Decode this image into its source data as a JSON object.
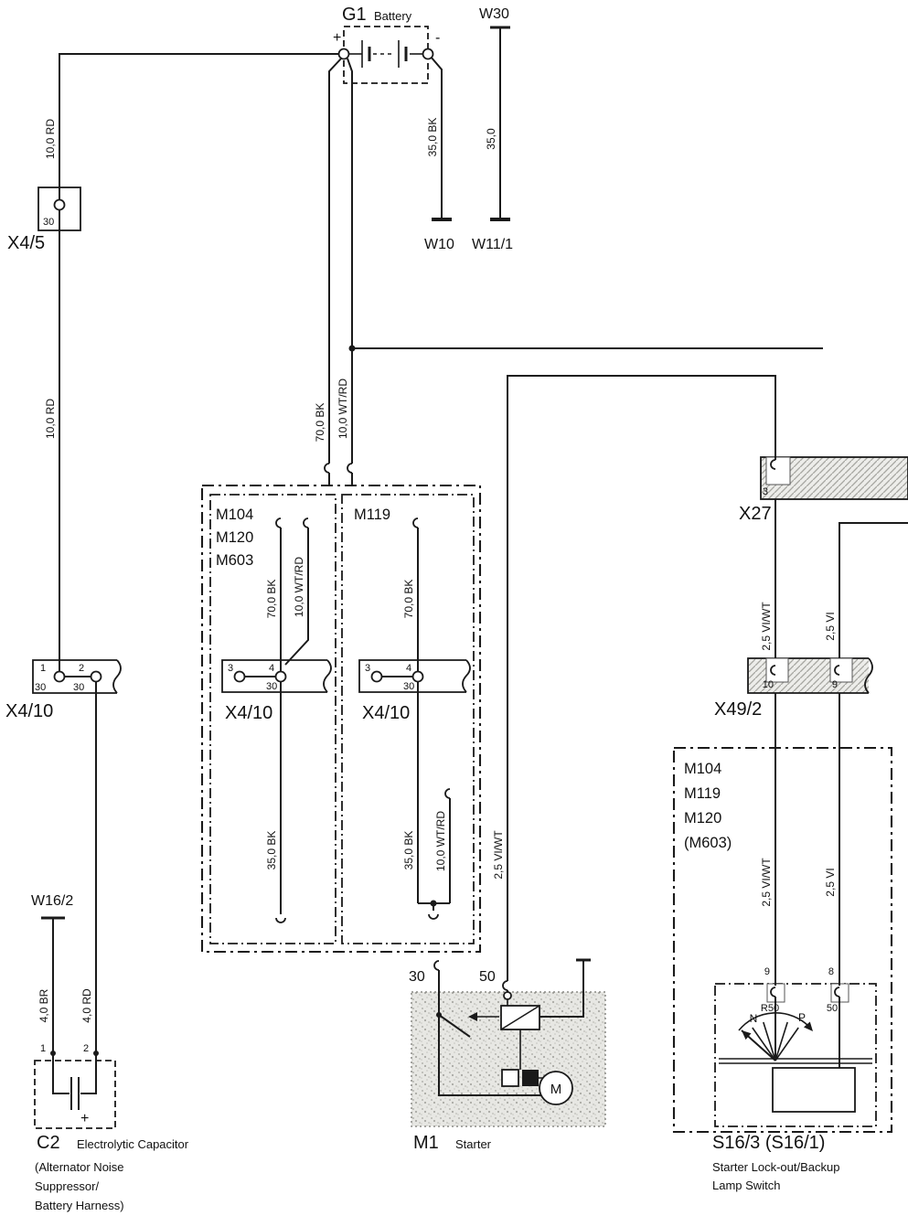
{
  "colors": {
    "ink": "#1a1a1a",
    "paper": "#ffffff"
  },
  "battery": {
    "id": "G1",
    "name": "Battery",
    "plus": "+",
    "minus": "-"
  },
  "grounds": {
    "w30": "W30",
    "w10": "W10",
    "w11_1": "W11/1",
    "w16_2": "W16/2"
  },
  "x4_5": {
    "label": "X4/5",
    "t30": "30"
  },
  "x4_10_main": {
    "label": "X4/10",
    "t1": "1",
    "t2": "2",
    "c30_1": "30",
    "c30_2": "30"
  },
  "wires": {
    "battery_feed_upper": "10,0 RD",
    "battery_feed_lower": "10,0 RD",
    "battery_ground": "35,0 BK",
    "ground_strap": "35,0",
    "main_black": "70,0 BK",
    "main_white_red": "10,0 WT/RD",
    "m104_black": "70,0 BK",
    "m104_white_red": "10,0 WT/RD",
    "m104_black_lower": "35,0 BK",
    "m119_black": "70,0 BK",
    "m119_black_lower": "35,0 BK",
    "m119_white_red": "10,0 WT/RD",
    "starter_signal": "2,5 VI/WT",
    "lockout_feed": "2,5 VI/WT",
    "lockout_return": "2,5 VI",
    "switch_feed": "2,5 VI/WT",
    "switch_return": "2,5 VI",
    "cap_ground": "4,0 BR",
    "cap_feed": "4,0 RD"
  },
  "engine": {
    "left_models": [
      "M104",
      "M120",
      "M603"
    ],
    "right_model": "M119",
    "x4_10_left": {
      "label": "X4/10",
      "t3": "3",
      "t4": "4",
      "t30": "30"
    },
    "x4_10_right": {
      "label": "X4/10",
      "t3": "3",
      "t4": "4",
      "t30": "30"
    }
  },
  "x27": {
    "label": "X27",
    "t3": "3"
  },
  "x49_2": {
    "label": "X49/2",
    "t10": "10",
    "t9": "9"
  },
  "trans_box": {
    "models": [
      "M104",
      "M119",
      "M120",
      "(M603)"
    ]
  },
  "switch": {
    "id": "S16/3 (S16/1)",
    "desc_line1": "Starter Lock-out/Backup",
    "desc_line2": "Lamp Switch",
    "t9": "9",
    "t8": "8",
    "r50": "R50",
    "t50": "50",
    "pos_n": "N",
    "pos_p": "P"
  },
  "starter": {
    "id": "M1",
    "name": "Starter",
    "t30": "30",
    "t50": "50",
    "motor": "M"
  },
  "capacitor": {
    "id": "C2",
    "name": "Electrolytic Capacitor",
    "desc_line1": "(Alternator Noise",
    "desc_line2": "Suppressor/",
    "desc_line3": "Battery Harness)",
    "t1": "1",
    "t2": "2",
    "polarity": "+"
  }
}
